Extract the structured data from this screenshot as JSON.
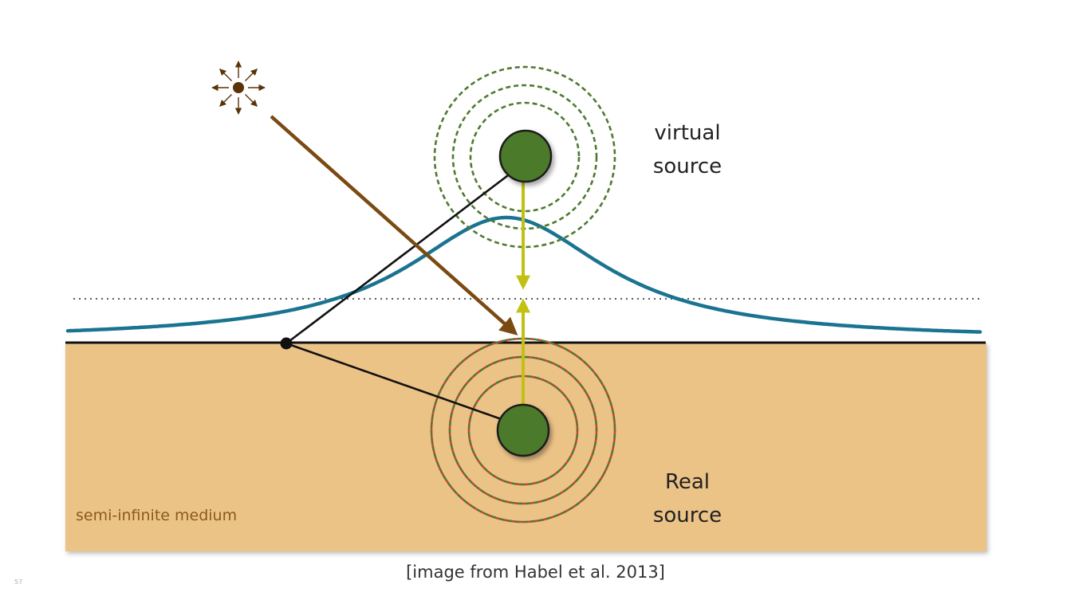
{
  "labels": {
    "virtual_source_line1": "virtual",
    "virtual_source_line2": "source",
    "real_source_line1": "Real",
    "real_source_line2": "source",
    "medium": "semi-infinite medium",
    "caption": "[image from Habel et al. 2013]",
    "page_number": "57"
  },
  "colors": {
    "medium_fill": "#ecc387",
    "source_fill": "#4c7a2a",
    "ring_color": "#4f7a31",
    "real_ring_inner_color": "#c8453a",
    "profile_curve": "#1a7390",
    "dipole_arrow": "#c2c010",
    "incident_ray": "#7b4a12",
    "light_source": "#5a3408"
  },
  "icons": {
    "light": "point-light-source-icon"
  }
}
